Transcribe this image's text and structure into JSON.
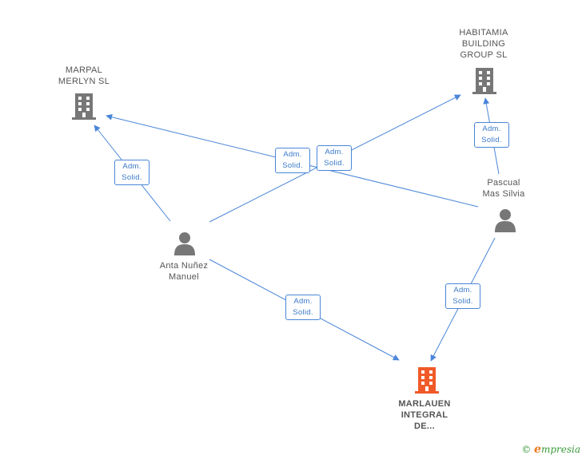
{
  "nodes": {
    "marpal": {
      "label": "MARPAL\nMERLYN SL",
      "type": "company"
    },
    "habitamia": {
      "label": "HABITAMIA\nBUILDING\nGROUP SL",
      "type": "company"
    },
    "pascual": {
      "label": "Pascual\nMas Silvia",
      "type": "person"
    },
    "anta": {
      "label": "Anta Nuñez\nManuel",
      "type": "person"
    },
    "marlauen": {
      "label": "MARLAUEN\nINTEGRAL\nDE...",
      "type": "company-main"
    }
  },
  "edge_labels": [
    {
      "line1": "Adm.",
      "line2": "Solid."
    },
    {
      "line1": "Adm.",
      "line2": "Solid."
    },
    {
      "line1": "Adm.",
      "line2": "Solid."
    },
    {
      "line1": "Adm.",
      "line2": "Solid."
    },
    {
      "line1": "Adm.",
      "line2": "Solid."
    },
    {
      "line1": "Adm.",
      "line2": "Solid."
    }
  ],
  "colors": {
    "edge": "#4a86d8",
    "company_icon": "#777777",
    "main_company_icon": "#f05a28",
    "person_icon": "#777777"
  },
  "icons": {
    "company": "building-icon",
    "person": "person-icon",
    "copyright": "copyright-icon"
  },
  "brand": {
    "copyright": "©",
    "e": "e",
    "rest": "mpresia"
  }
}
